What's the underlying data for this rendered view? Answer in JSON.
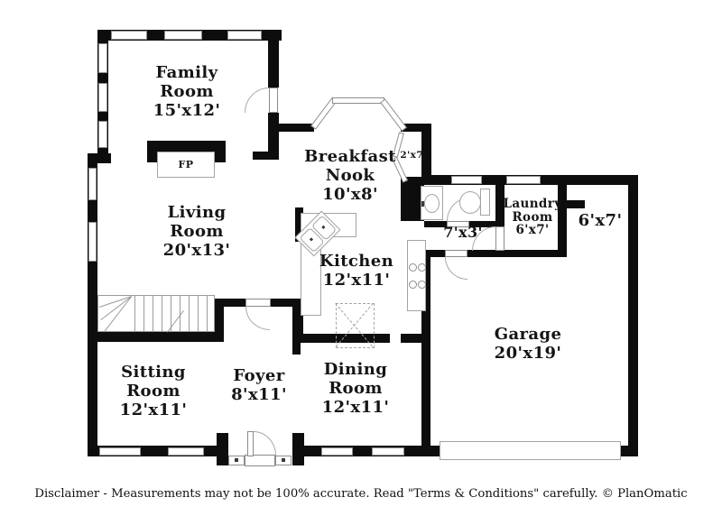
{
  "plan": {
    "rooms": {
      "family": {
        "name": "Family Room",
        "dims": "15'x12'"
      },
      "breakfast": {
        "name": "Breakfast Nook",
        "dims": "10'x8'"
      },
      "living": {
        "name": "Living Room",
        "dims": "20'x13'"
      },
      "kitchen": {
        "name": "Kitchen",
        "dims": "12'x11'"
      },
      "laundry": {
        "name": "Laundry Room",
        "dims": "6'x7'"
      },
      "garage": {
        "name": "Garage",
        "dims": "20'x19'"
      },
      "sitting": {
        "name": "Sitting Room",
        "dims": "12'x11'"
      },
      "foyer": {
        "name": "Foyer",
        "dims": "8'x11'"
      },
      "dining": {
        "name": "Dining Room",
        "dims": "12'x11'"
      }
    },
    "annotations": {
      "nook_dim": "2'x7'",
      "hall_dim": "7'x3'",
      "storage_dim": "6'x7'",
      "fireplace": "FP"
    },
    "footer": {
      "disclaimer": "Disclaimer - Measurements may not be 100% accurate. Read \"Terms & Conditions\" carefully. © PlanOmatic"
    },
    "colors": {
      "wall": "#0d0d0d",
      "fixture_outline": "#a3a3a3",
      "background": "#ffffff",
      "text": "#151515"
    }
  }
}
